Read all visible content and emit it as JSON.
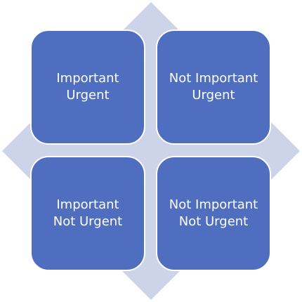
{
  "colors": {
    "quadrant_fill": "#4F6EBF",
    "diamond_fill": "#CDD3E8",
    "text": "#FFFFFF"
  },
  "quadrants": [
    {
      "line1": "Important",
      "line2": "Urgent"
    },
    {
      "line1": "Not Important",
      "line2": "Urgent"
    },
    {
      "line1": "Important",
      "line2": "Not Urgent"
    },
    {
      "line1": "Not Important",
      "line2": "Not Urgent"
    }
  ]
}
